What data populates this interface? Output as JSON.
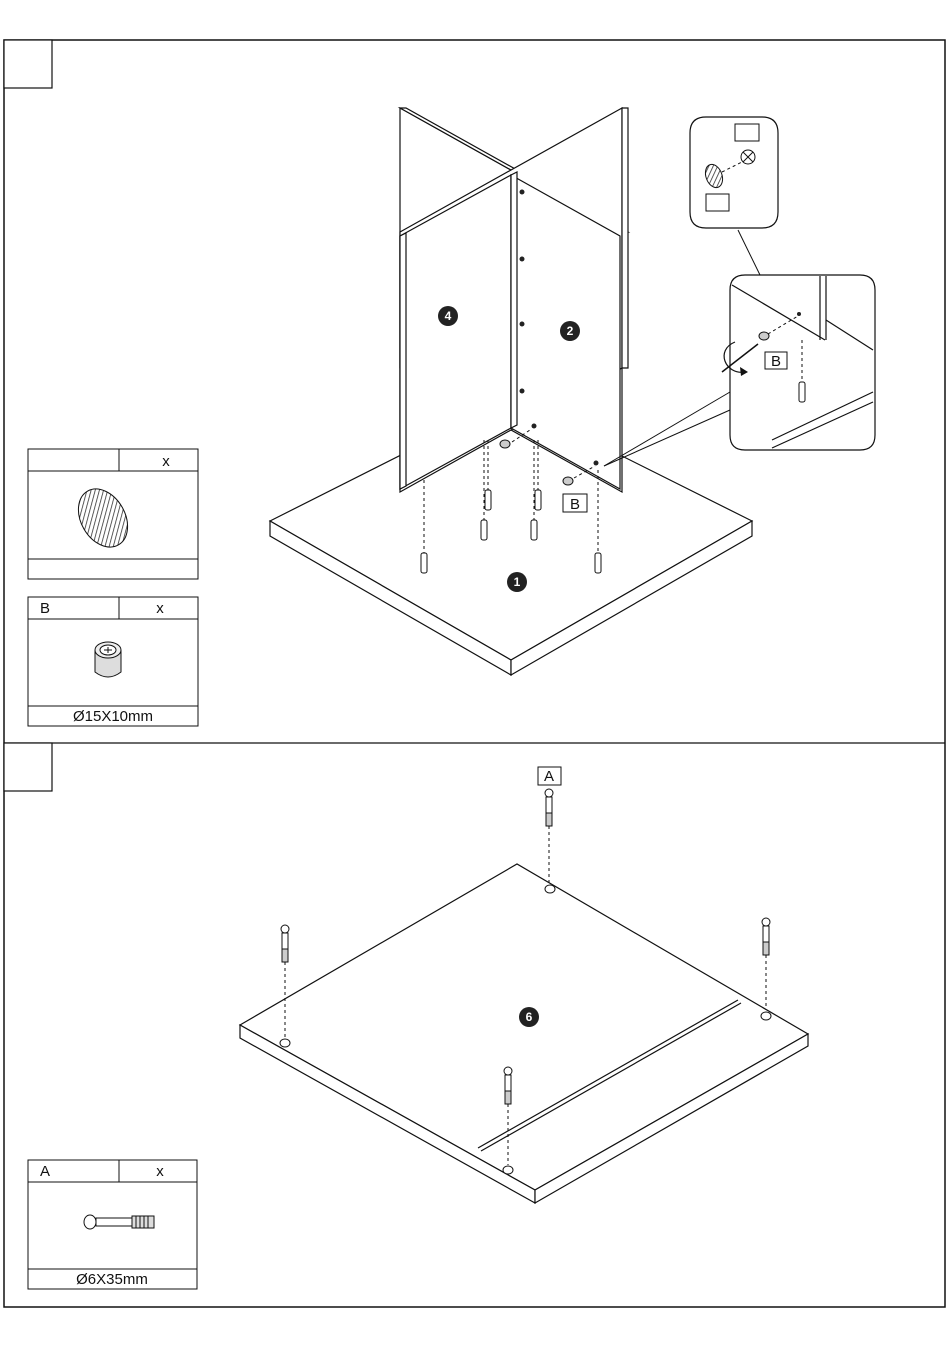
{
  "step1": {
    "step_number": "",
    "panel_labels": [
      "4",
      "2",
      "1"
    ],
    "callout_label": "B",
    "detail_label": "B",
    "zoom_top_label": "",
    "zoom_bottom_label": ""
  },
  "step2": {
    "step_number": "",
    "panel_label": "6",
    "dowel_label": "A"
  },
  "parts": [
    {
      "code": "",
      "qty": "x",
      "size": "",
      "icon": "cam-cover-cap-icon"
    },
    {
      "code": "B",
      "qty": "x",
      "size": "Ø15X10mm",
      "icon": "cam-lock-icon"
    },
    {
      "code": "A",
      "qty": "x",
      "size": "Ø6X35mm",
      "icon": "cam-bolt-icon"
    }
  ]
}
